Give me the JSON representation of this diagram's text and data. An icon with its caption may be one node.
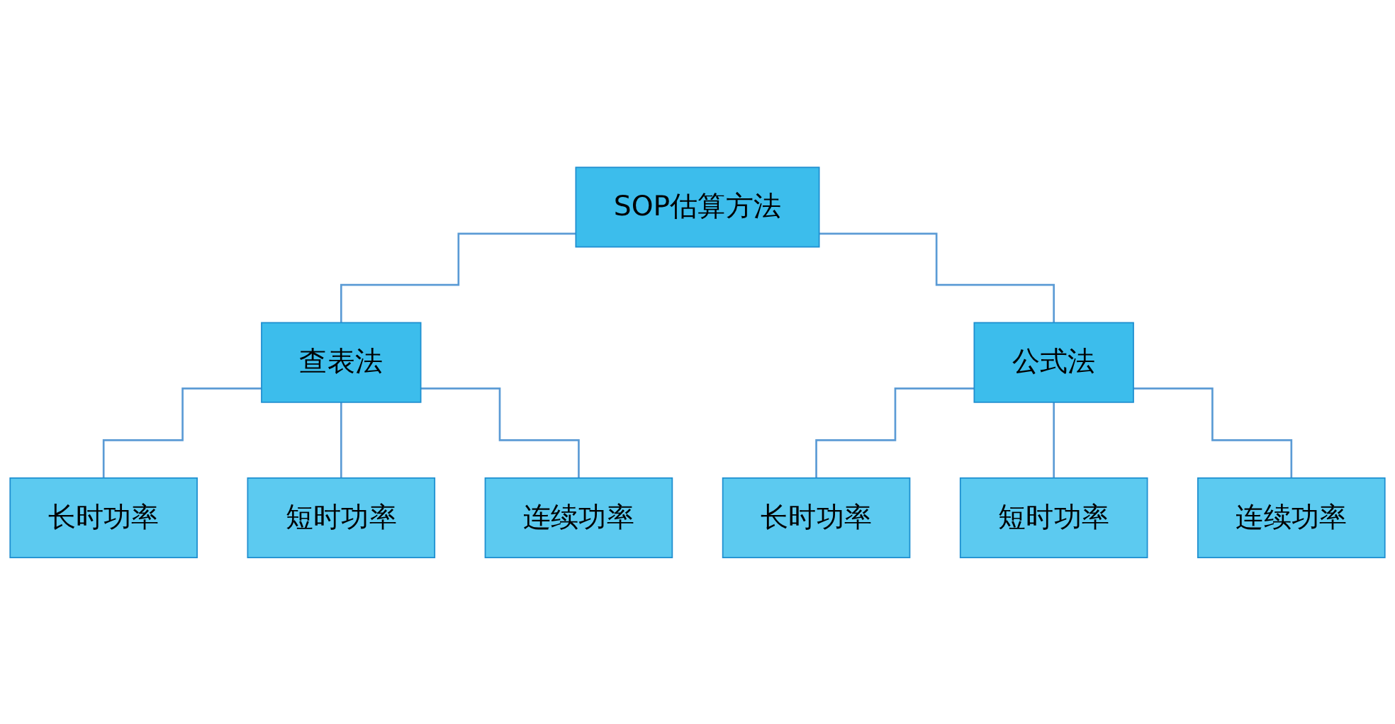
{
  "diagram": {
    "nodes": [
      {
        "text": [
          "SOP估算方法"
        ]
      },
      {
        "text": [
          "查表法"
        ]
      },
      {
        "text": [
          "公式法"
        ]
      },
      {
        "text": [
          "长时功率"
        ]
      },
      {
        "text": [
          "短时功率"
        ]
      },
      {
        "text": [
          "连续功率"
        ]
      },
      {
        "text": [
          "长时功率"
        ]
      },
      {
        "text": [
          "短时功率"
        ]
      },
      {
        "text": [
          "连续功率"
        ]
      }
    ],
    "edges": [
      {
        "from": 0,
        "to": 1,
        "arrow": "none"
      },
      {
        "from": 0,
        "to": 2,
        "arrow": "none"
      },
      {
        "from": 1,
        "to": 3,
        "arrow": "none"
      },
      {
        "from": 1,
        "to": 4,
        "arrow": "none"
      },
      {
        "from": 1,
        "to": 5,
        "arrow": "none"
      },
      {
        "from": 2,
        "to": 6,
        "arrow": "none"
      },
      {
        "from": 2,
        "to": 7,
        "arrow": "none"
      },
      {
        "from": 2,
        "to": 8,
        "arrow": "none"
      }
    ]
  }
}
